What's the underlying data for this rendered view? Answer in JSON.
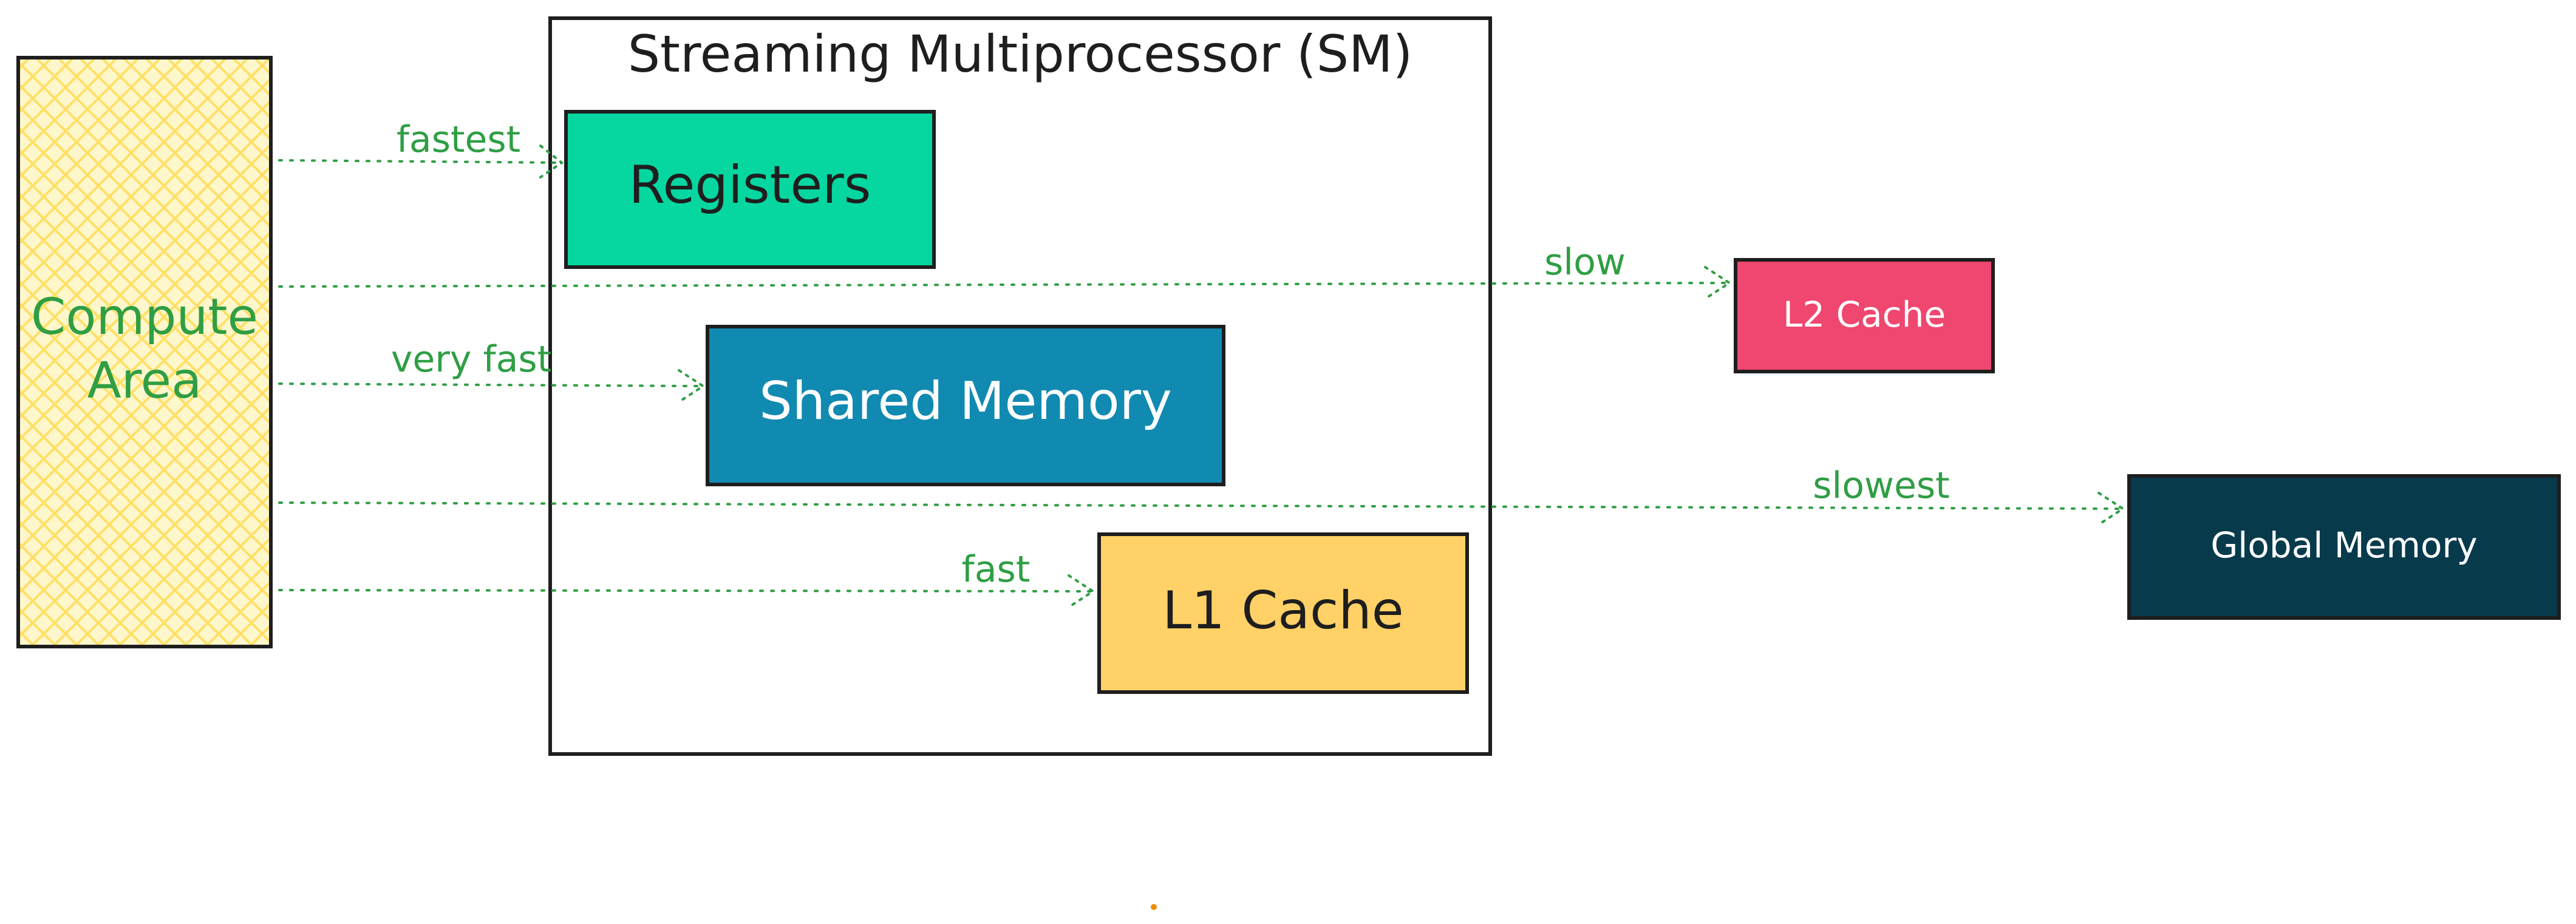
{
  "sm": {
    "title": "Streaming Multiprocessor (SM)"
  },
  "compute": {
    "line1": "Compute",
    "line2": "Area"
  },
  "nodes": {
    "registers": {
      "label": "Registers",
      "fill": "#06d6a0"
    },
    "shared": {
      "label": "Shared Memory",
      "fill": "#118ab2"
    },
    "l1": {
      "label": "L1 Cache",
      "fill": "#ffd166"
    },
    "l2": {
      "label": "L2 Cache",
      "fill": "#ef476f"
    },
    "global": {
      "label": "Global Memory",
      "fill": "#073b4c"
    }
  },
  "edges": {
    "registers": "fastest",
    "l2": "slow",
    "shared": "very fast",
    "global": "slowest",
    "l1": "fast"
  },
  "colors": {
    "edge": "#2f9e44",
    "compute_fill": "#fff3bf",
    "compute_hatch": "#ffe066",
    "stroke": "#1e1e1e"
  }
}
